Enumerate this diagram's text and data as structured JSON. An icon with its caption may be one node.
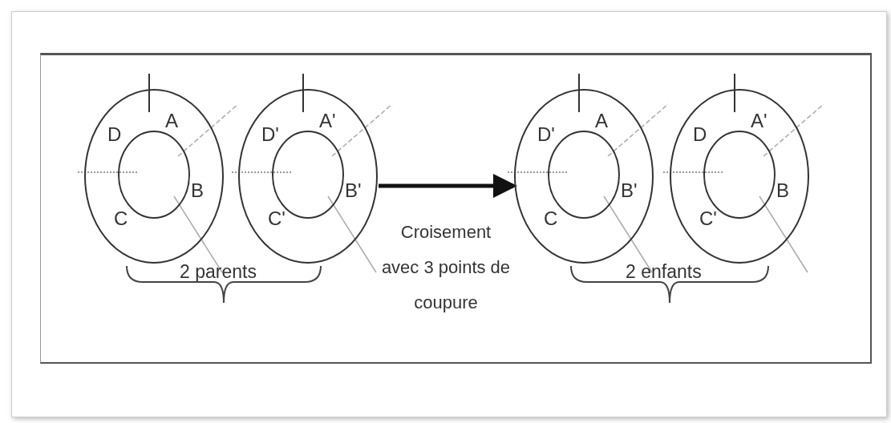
{
  "diagram": {
    "nodes": [
      {
        "text": [
          "D",
          "A",
          "B",
          "C"
        ]
      },
      {
        "text": [
          "D'",
          "A'",
          "B'",
          "C'"
        ]
      },
      {
        "text": [
          "D'",
          "A",
          "B'",
          "C"
        ]
      },
      {
        "text": [
          "D",
          "A'",
          "B",
          "C'"
        ]
      }
    ],
    "edges": [
      {
        "from": 1,
        "to": 2,
        "arrow": "to",
        "label": "Croisement avec 3 points de coupure"
      }
    ],
    "labels": [
      "2 parents",
      "2 enfants"
    ]
  }
}
